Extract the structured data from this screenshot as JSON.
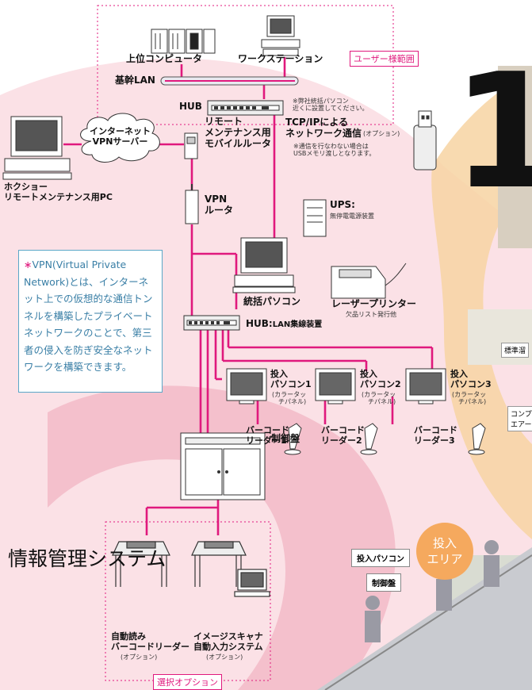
{
  "scope_tag": "ユーザー様範囲",
  "host_computer": "上位コンピュータ",
  "workstation": "ワークステーション",
  "backbone_lan": "基幹LAN",
  "hub_top": "HUB",
  "hub_note": "※弊社統括パソコン\n近くに設置してください。",
  "internet_cloud": "インターネット\nVPNサーバー",
  "remote_pc": "ホクショー\nリモートメンテナンス用PC",
  "mobile_router": "リモート\nメンテナンス用\nモバイルルータ",
  "tcpip_title": "TCP/IPによる\nネットワーク通信",
  "tcpip_option": "(オプション)",
  "tcpip_note": "※通信を行なわない場合は\nUSBメモリ渡しとなります。",
  "vpn_router": "VPN\nルータ",
  "ups": "UPS:",
  "ups_sub": "無停電電源装置",
  "control_pc": "統括パソコン",
  "printer": "レーザープリンター",
  "printer_sub": "欠品リスト発行他",
  "hub_lan": "HUB:",
  "hub_lan_sub": "LAN集線装置",
  "vpn_note_star": "∗",
  "vpn_note": "VPN(Virtual Private Network)とは、インターネット上での仮想的な通信トンネルを構築したプライベートネットワークのことで、第三者の侵入を防ぎ安全なネットワークを構築できます。",
  "input_pcs": [
    {
      "label": "投入\nパソコン1",
      "sub": "(カラータッ\nチパネル)"
    },
    {
      "label": "投入\nパソコン2",
      "sub": "(カラータッ\nチパネル)"
    },
    {
      "label": "投入\nパソコン3",
      "sub": "(カラータッ\nチパネル)"
    }
  ],
  "barcode_readers": [
    "バーコード\nリーダー1",
    "バーコード\nリーダー2",
    "バーコード\nリーダー3"
  ],
  "control_panel": "制御盤",
  "system_title": "情報管理システム",
  "auto_reader": "自動読み\nバーコードリーダー",
  "auto_reader_opt": "(オプション)",
  "image_scanner": "イメージスキャナ\n自動入力システム",
  "image_scanner_opt": "(オプション)",
  "select_option": "選択オプション",
  "big_number": "1",
  "input_area": "投入\nエリア",
  "photo_tag_input_pc": "投入パソコン",
  "photo_tag_control_panel": "制御盤",
  "right_tag_1": "標準溜",
  "right_tag_2": "コンプ\nエアー",
  "colors": {
    "accent": "#e0197d",
    "pink_bg": "#f6c9d2",
    "note_border": "#5aa7c8",
    "badge": "#f5a95e"
  }
}
